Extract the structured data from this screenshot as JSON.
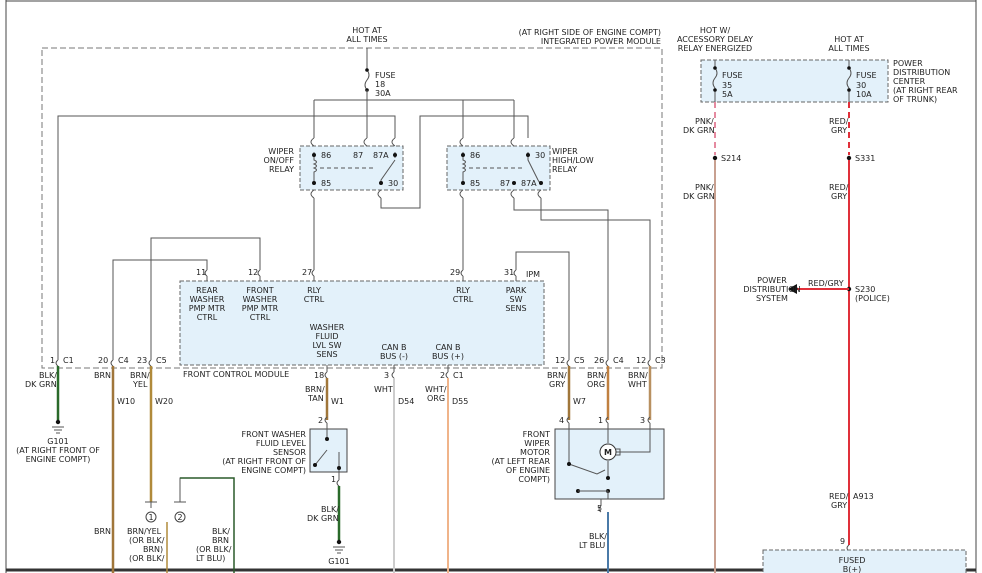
{
  "colors": {
    "module_fill": "#e3f1fa",
    "wire_brown": "#a0763a",
    "wire_green": "#2a6a2a",
    "wire_red": "#e0303a",
    "wire_pink": "#e58aa0",
    "wire_white": "#bbbbbb",
    "wire_blue": "#4a7aa8"
  },
  "ipm": {
    "title_line1": "(AT RIGHT SIDE OF ENGINE COMPT)",
    "title_line2": "INTEGRATED POWER MODULE",
    "hot_line1": "HOT AT",
    "hot_line2": "ALL TIMES",
    "fuse_word": "FUSE",
    "fuse_num": "18",
    "fuse_amp": "30A",
    "ipm_tag": "IPM"
  },
  "relay_onoff": {
    "name": [
      "WIPER",
      "ON/OFF",
      "RELAY"
    ],
    "pins": [
      "86",
      "87",
      "87A",
      "85",
      "30"
    ]
  },
  "relay_hilo": {
    "name": [
      "WIPER",
      "HIGH/LOW",
      "RELAY"
    ],
    "pins": [
      "86",
      "30",
      "85",
      "87",
      "87A"
    ]
  },
  "fcm": {
    "title": "FRONT CONTROL MODULE",
    "pins_top": [
      {
        "num": "11",
        "label": [
          "REAR",
          "WASHER",
          "PMP MTR",
          "CTRL"
        ]
      },
      {
        "num": "12",
        "label": [
          "FRONT",
          "WASHER",
          "PMP MTR",
          "CTRL"
        ]
      },
      {
        "num": "27",
        "label": [
          "RLY",
          "CTRL"
        ]
      },
      {
        "num": "29",
        "label": [
          "RLY",
          "CTRL"
        ]
      },
      {
        "num": "31",
        "label": [
          "PARK",
          "SW",
          "SENS"
        ]
      }
    ],
    "washer_sens": [
      "WASHER",
      "FLUID",
      "LVL SW",
      "SENS"
    ],
    "canb_neg": [
      "CAN B",
      "BUS (-)"
    ],
    "canb_pos": [
      "CAN B",
      "BUS (+)"
    ],
    "bottom_pins": [
      {
        "num": "1",
        "conn": "C1"
      },
      {
        "num": "20",
        "conn": "C4"
      },
      {
        "num": "23",
        "conn": "C5"
      },
      {
        "num": "18",
        "conn": ""
      },
      {
        "num": "3",
        "conn": ""
      },
      {
        "num": "2",
        "conn": "C1"
      },
      {
        "num": "12",
        "conn": "C5"
      },
      {
        "num": "26",
        "conn": "C4"
      },
      {
        "num": "12",
        "conn": "C3"
      }
    ]
  },
  "wires": {
    "blk_dkgrn": [
      "BLK/",
      "DK GRN"
    ],
    "brn": "BRN",
    "w10": "W10",
    "brn_yel": [
      "BRN/",
      "YEL"
    ],
    "w20": "W20",
    "brn_tan": [
      "BRN/",
      "TAN"
    ],
    "w1": "W1",
    "wht": "WHT",
    "d54": "D54",
    "wht_org": [
      "WHT/",
      "ORG"
    ],
    "d55": "D55",
    "brn_gry": [
      "BRN/",
      "GRY"
    ],
    "w7": "W7",
    "brn_org": [
      "BRN/",
      "ORG"
    ],
    "brn_wht": [
      "BRN/",
      "WHT"
    ],
    "blk_dkgrn2": [
      "BLK/",
      "DK GRN"
    ],
    "blk_ltblu": [
      "BLK/",
      "LT BLU"
    ],
    "brn_bottom": "BRN",
    "brn_yel_alt": [
      "BRN/YEL",
      "(OR BLK/",
      "BRN)",
      "(OR BLK/"
    ],
    "blk_brn_alt": [
      "BLK/",
      "BRN",
      "(OR BLK/",
      "LT BLU)"
    ]
  },
  "ground": {
    "name": "G101",
    "loc": [
      "(AT RIGHT FRONT OF",
      "ENGINE COMPT)"
    ],
    "name2": "G101"
  },
  "sensor": {
    "name": [
      "FRONT WASHER",
      "FLUID LEVEL",
      "SENSOR",
      "(AT RIGHT FRONT OF",
      "ENGINE COMPT)"
    ],
    "pin_top": "2",
    "pin_bot": "1"
  },
  "motor": {
    "name": [
      "FRONT",
      "WIPER",
      "MOTOR",
      "(AT LEFT REAR",
      "OF ENGINE",
      "COMPT)"
    ],
    "symbol": "M",
    "pins": [
      "4",
      "1",
      "3"
    ],
    "pin_bot": "5"
  },
  "splice_num": [
    "1",
    "2"
  ],
  "pdc": {
    "hot_acc": [
      "HOT W/",
      "ACCESSORY DELAY",
      "RELAY ENERGIZED"
    ],
    "hot_all": [
      "HOT AT",
      "ALL TIMES"
    ],
    "name": [
      "POWER",
      "DISTRIBUTION",
      "CENTER",
      "(AT RIGHT REAR",
      "OF TRUNK)"
    ],
    "fuse1": [
      "FUSE",
      "35",
      "5A"
    ],
    "fuse2": [
      "FUSE",
      "30",
      "10A"
    ],
    "pnk_dkgrn": [
      "PNK/",
      "DK GRN"
    ],
    "red_gry": [
      "RED/",
      "GRY"
    ],
    "s214": "S214",
    "s331": "S331",
    "s230": "S230",
    "police": "(POLICE)",
    "red_gry_inline": "RED/GRY",
    "pds": [
      "POWER",
      "DISTRIBUTION",
      "SYSTEM"
    ],
    "a913": "A913",
    "pin9": "9",
    "fused": [
      "FUSED",
      "B(+)"
    ]
  }
}
